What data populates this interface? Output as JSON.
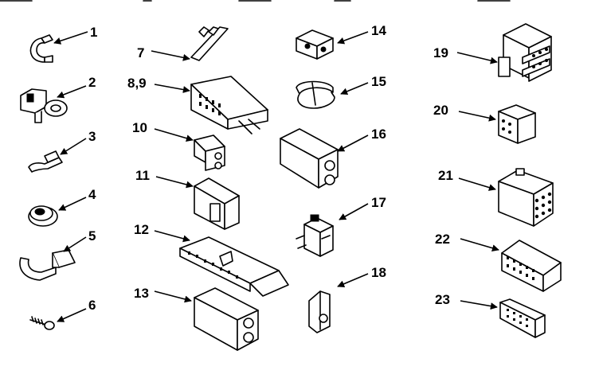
{
  "callouts": [
    "1",
    "2",
    "3",
    "4",
    "5",
    "6",
    "7",
    "8,9",
    "10",
    "11",
    "12",
    "13",
    "14",
    "15",
    "16",
    "17",
    "18",
    "19",
    "20",
    "21",
    "22",
    "23"
  ]
}
